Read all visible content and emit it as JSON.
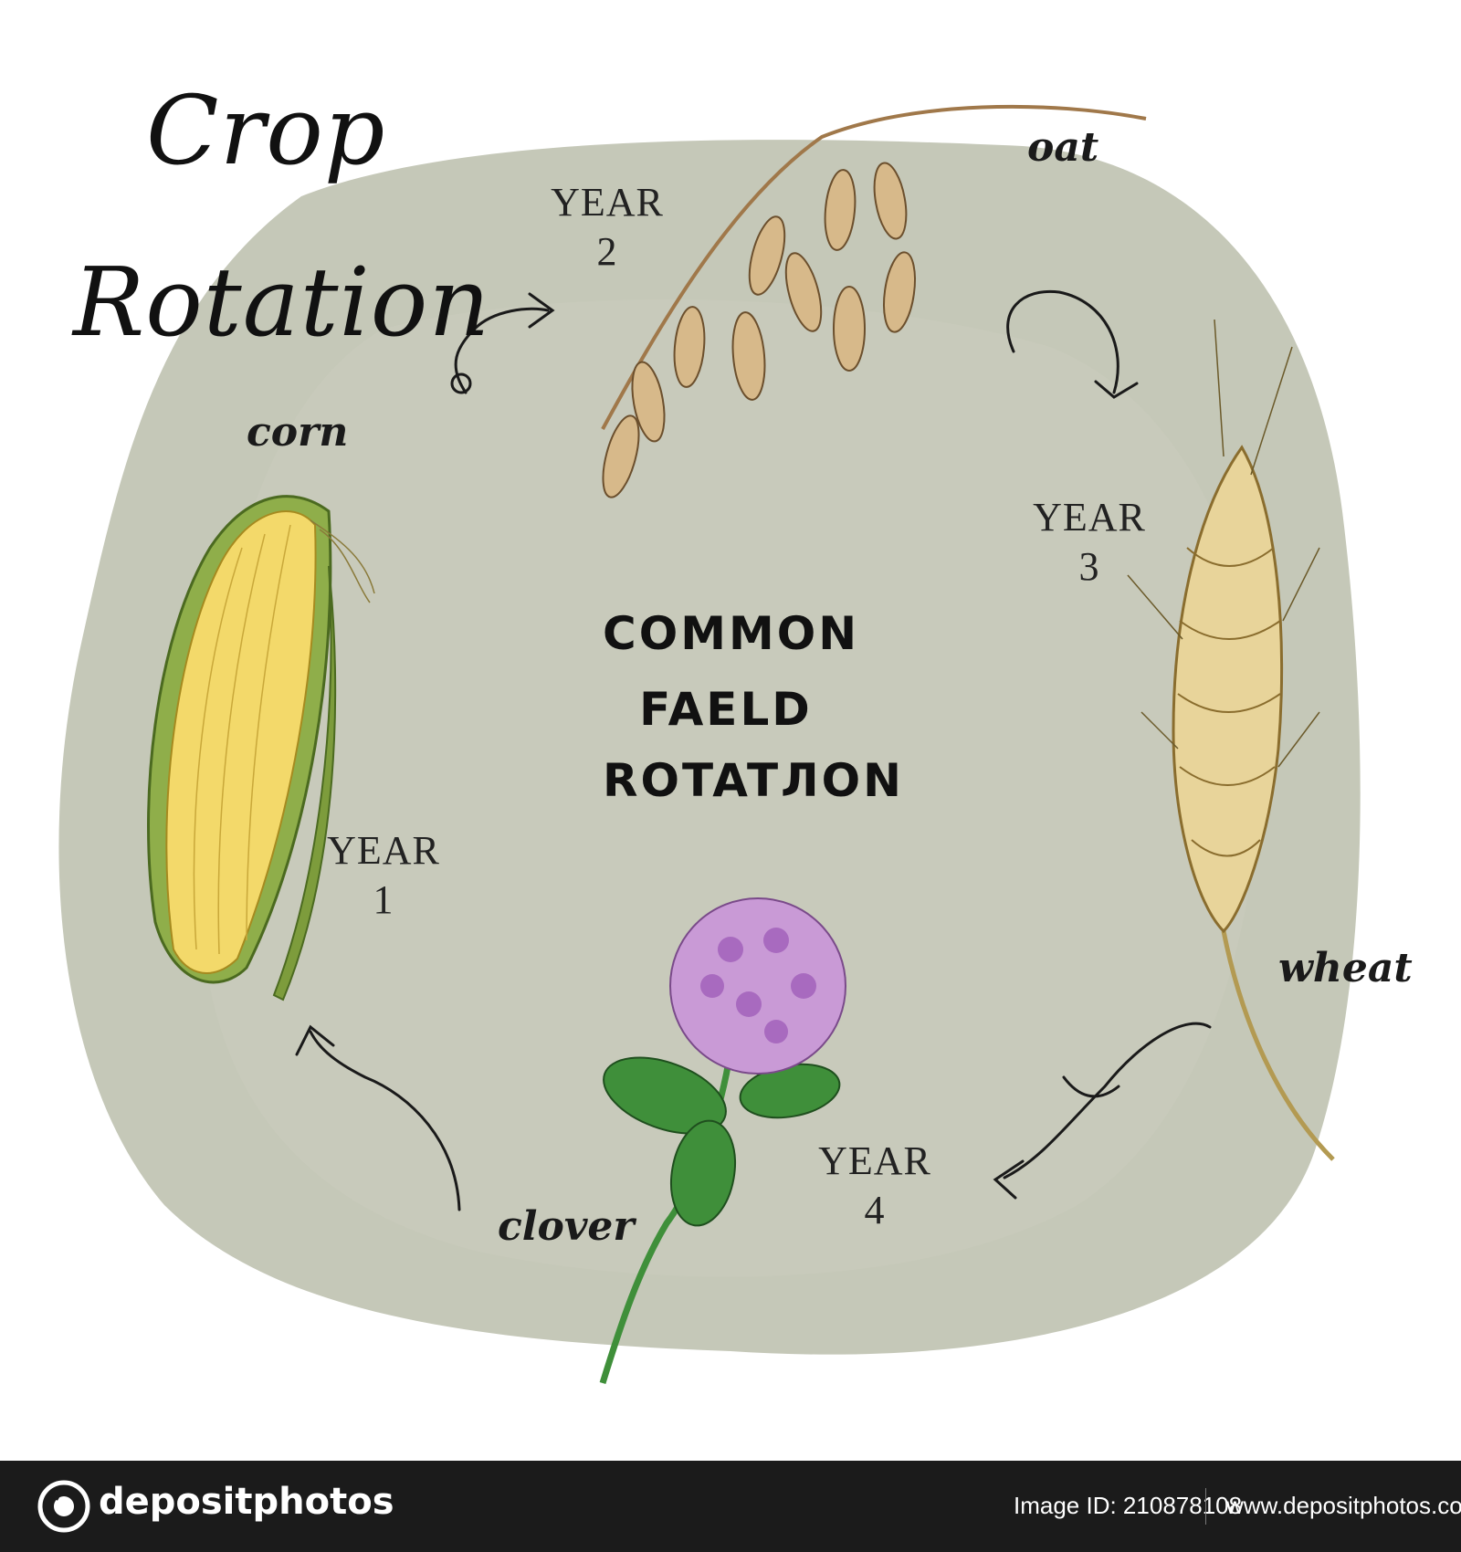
{
  "title": {
    "line1": "Crop",
    "line2": "Rotation"
  },
  "center_title": {
    "line1": "COMMON",
    "line2": "FAELD",
    "line3": "ROTATЛON"
  },
  "crops": {
    "corn": {
      "label": "corn",
      "year_word": "YEAR",
      "year_num": "1"
    },
    "oat": {
      "label": "oat",
      "year_word": "YEAR",
      "year_num": "2"
    },
    "wheat": {
      "label": "wheat",
      "year_word": "YEAR",
      "year_num": "3"
    },
    "clover": {
      "label": "clover",
      "year_word": "YEAR",
      "year_num": "4"
    }
  },
  "footer": {
    "logo_text": "depositphotos",
    "image_id": "Image ID: 210878108",
    "url": "www.depositphotos.com"
  },
  "colors": {
    "blob": "#c5c8b8",
    "corn_kernel": "#f3d96a",
    "corn_husk": "#8fae4a",
    "oat": "#d7b98a",
    "wheat": "#e8d49a",
    "clover_flower": "#c99ad6",
    "clover_leaf": "#3f8f3a",
    "footer_bg": "#1b1b1b"
  }
}
